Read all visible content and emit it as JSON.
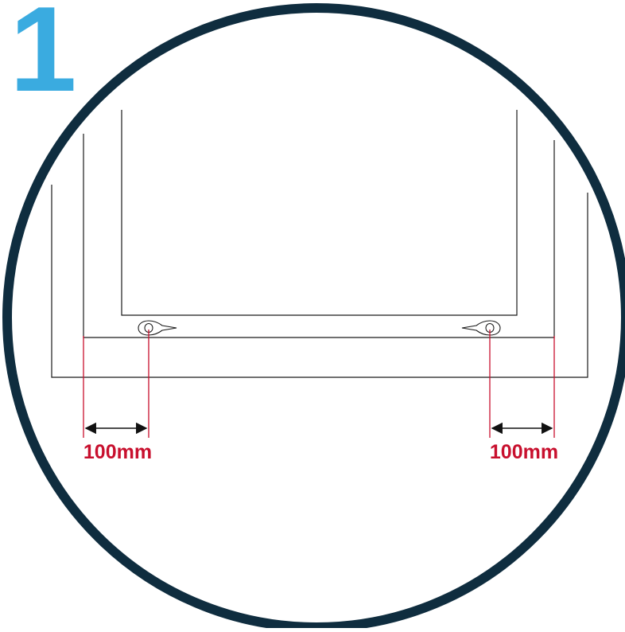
{
  "step": {
    "number": "1"
  },
  "dimensions": {
    "left_label": "100mm",
    "right_label": "100mm"
  },
  "colors": {
    "step_number": "#3aabe0",
    "circle_border": "#0f2d3f",
    "outline": "#1a1a1a",
    "dimension": "#c8102e",
    "arrow": "#111111"
  }
}
